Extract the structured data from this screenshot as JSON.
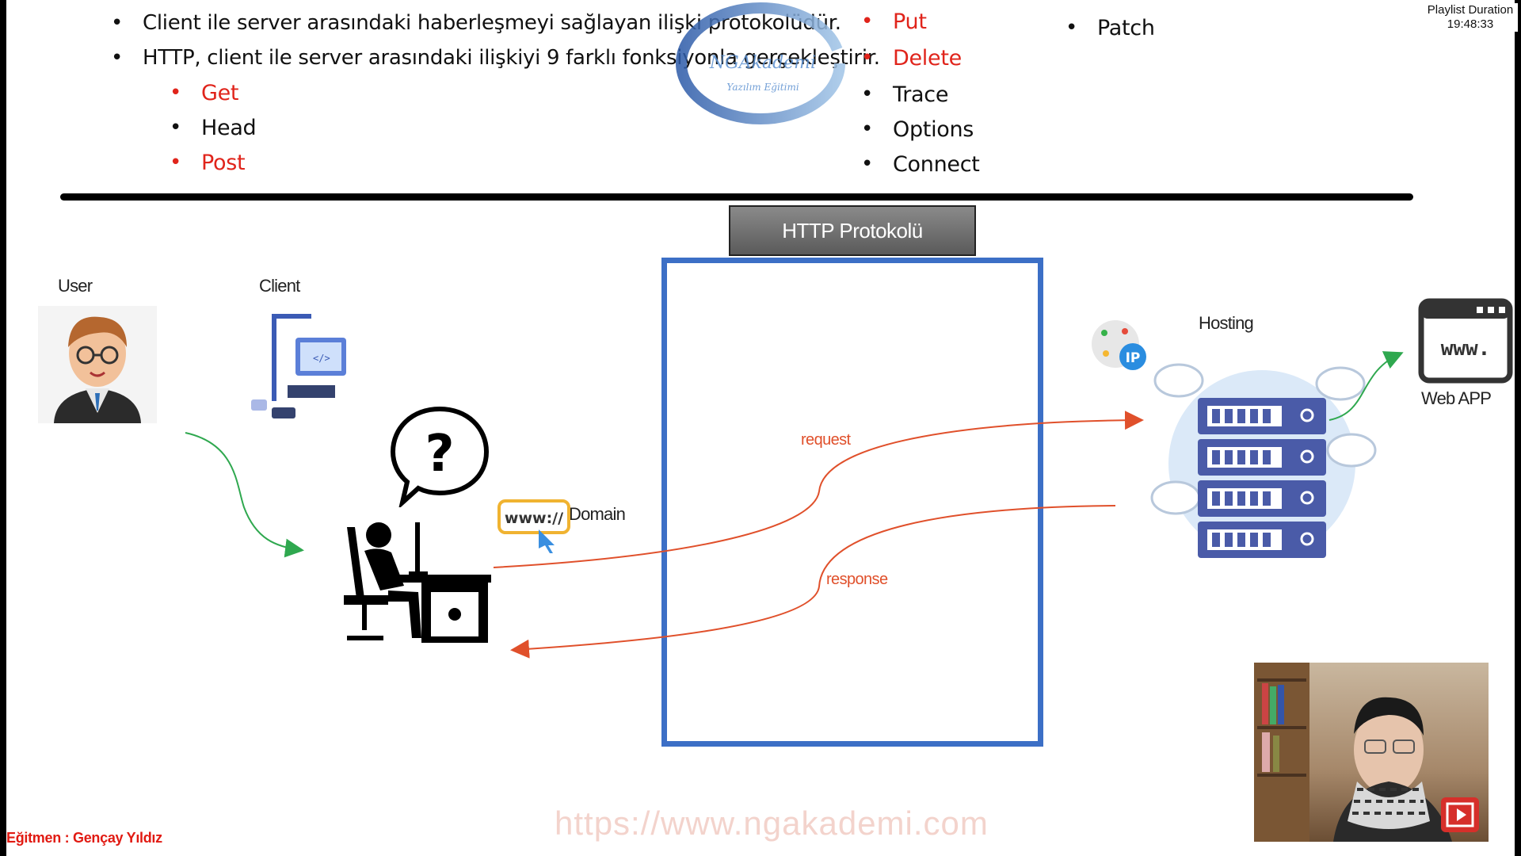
{
  "bullets_left": [
    "Client ile server arasındaki haberleşmeyi sağlayan ilişki protokolüdür.",
    "HTTP, client ile server arasındaki ilişkiyi 9 farklı fonksiyonla gerçekleştirir."
  ],
  "methods_col1": [
    {
      "label": "Get",
      "color": "#e0241b"
    },
    {
      "label": "Head",
      "color": "#111111"
    },
    {
      "label": "Post",
      "color": "#e0241b"
    }
  ],
  "methods_col2": [
    {
      "label": "Put",
      "color": "#e0241b"
    },
    {
      "label": "Delete",
      "color": "#e0241b"
    },
    {
      "label": "Trace",
      "color": "#111111"
    },
    {
      "label": "Options",
      "color": "#111111"
    },
    {
      "label": "Connect",
      "color": "#111111"
    }
  ],
  "methods_col3": [
    {
      "label": "Patch",
      "color": "#111111"
    }
  ],
  "logo": {
    "brand": "NGAkademi",
    "subtitle": "Yazılım Eğitimi"
  },
  "playlist": {
    "label": "Playlist Duration",
    "duration": "19:48:33"
  },
  "diagram": {
    "title": "HTTP Protokolü",
    "user_label": "User",
    "client_label": "Client",
    "domain_label": "Domain",
    "domain_badge": "www://",
    "request_label": "request",
    "response_label": "response",
    "hosting_label": "Hosting",
    "ip_badge": "IP",
    "webapp_label": "Web APP",
    "webapp_badge": "www."
  },
  "watermark": "https://www.ngakademi.com",
  "instructor": "Eğitmen : Gençay Yıldız",
  "colors": {
    "accent_red": "#e0241b",
    "frame_blue": "#3c6fc6",
    "arrow_orange": "#e0502b",
    "arrow_green": "#2fa84f"
  }
}
